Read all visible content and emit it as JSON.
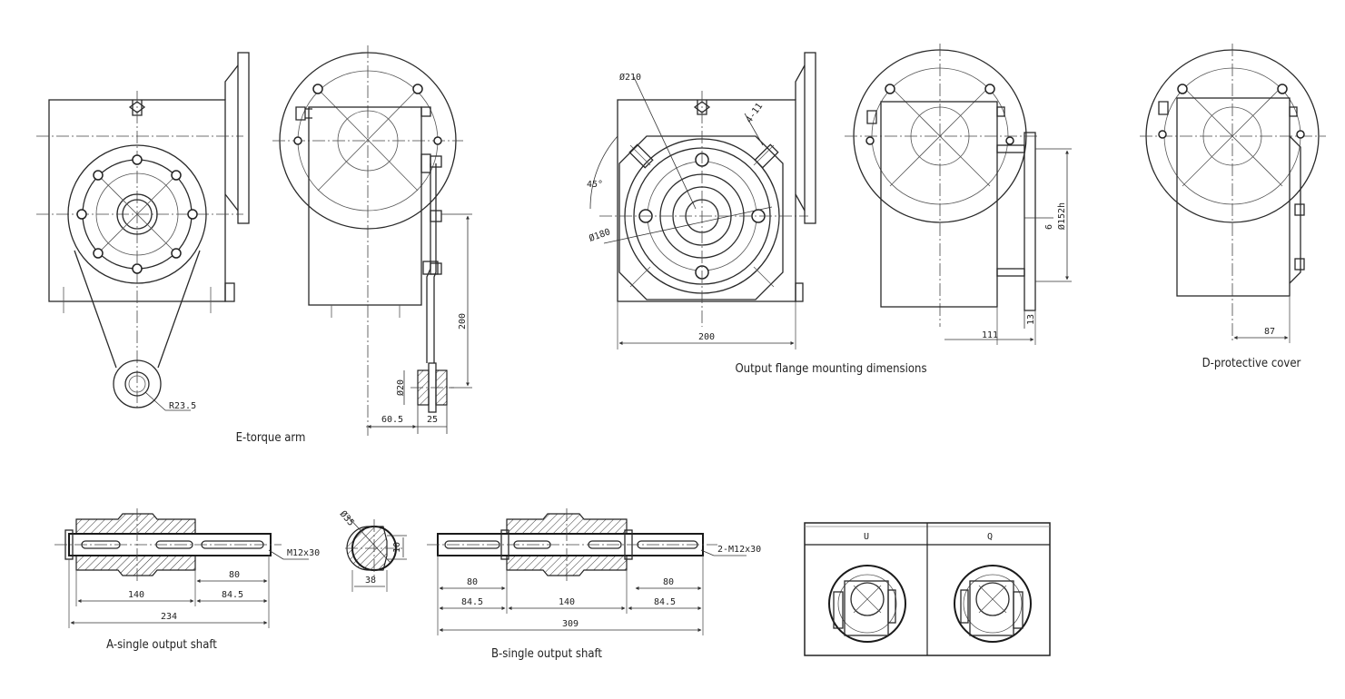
{
  "captions": {
    "torque_arm": "E-torque arm",
    "output_flange": "Output flange mounting dimensions",
    "protective_cover": "D-protective cover",
    "shaft_a": "A-single output shaft",
    "shaft_b": "B-single output shaft"
  },
  "torque_arm_dims": {
    "radius": "R23.5",
    "height": "200",
    "bore": "Ø20",
    "offset": "60.5",
    "width": "25"
  },
  "flange_dims": {
    "pcd": "Ø210",
    "holes": "4-11",
    "angle": "45°",
    "spigot": "Ø180",
    "width": "200",
    "flange_dia": "Ø152h",
    "thickness": "6",
    "length": "111",
    "flange_thk": "13"
  },
  "cover_dims": {
    "offset": "87"
  },
  "shaft_a_dims": {
    "thread": "M12x30",
    "key_len": "80",
    "hub": "140",
    "ext": "84.5",
    "total": "234"
  },
  "key_section_dims": {
    "dia": "Ø35",
    "key_w": "10",
    "depth": "38"
  },
  "shaft_b_dims": {
    "thread": "2-M12x30",
    "key_left": "80",
    "key_right": "80",
    "ext_left": "84.5",
    "hub": "140",
    "ext_right": "84.5",
    "total": "309"
  },
  "mounting_table": {
    "col_u": "U",
    "col_q": "Q"
  }
}
